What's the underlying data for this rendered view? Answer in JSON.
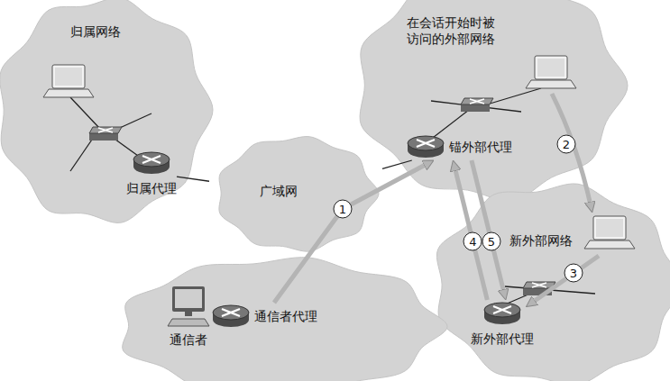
{
  "diagram": {
    "nodes": [
      {
        "text": [
          "归属网络"
        ]
      },
      {
        "text": [
          "归属代理"
        ],
        "in": 0
      },
      {
        "text": [
          "广域网"
        ]
      },
      {
        "text": [
          "在会话开始时被访问的外部网络"
        ]
      },
      {
        "text": [
          "锚外部代理"
        ],
        "in": 3
      },
      {
        "text": [
          "新外部网络"
        ]
      },
      {
        "text": [
          "新外部代理"
        ],
        "in": 5
      },
      {
        "text": [
          "通信者代理"
        ]
      },
      {
        "text": [
          "通信者"
        ]
      }
    ],
    "edges": [
      {
        "from": 1,
        "to": 2,
        "arrow": "none"
      },
      {
        "from": 2,
        "to": 4,
        "arrow": "none"
      },
      {
        "from": 7,
        "to": 4,
        "arrow": "to",
        "label": "1"
      },
      {
        "from": 6,
        "to": 4,
        "arrow": "to",
        "label": "4"
      },
      {
        "from": 4,
        "to": 6,
        "arrow": "to",
        "label": "5"
      }
    ],
    "labels": [
      "2",
      "3"
    ]
  }
}
